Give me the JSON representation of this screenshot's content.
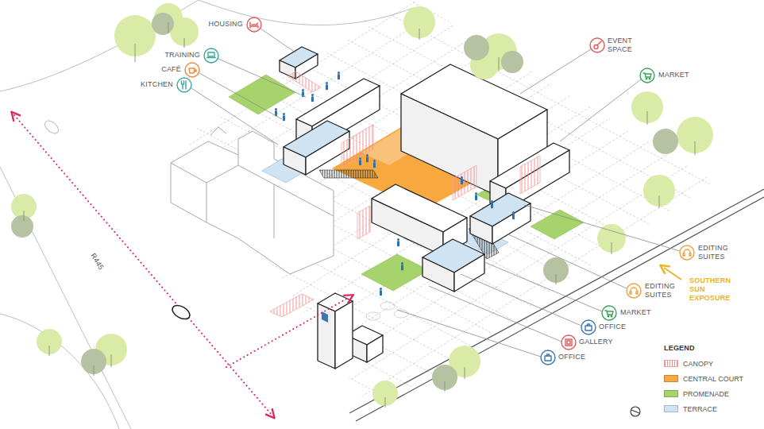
{
  "diagram": {
    "labels": [
      "HOUSING",
      "TRAINING",
      "CAFÉ",
      "KITCHEN",
      "EVENT SPACE",
      "MARKET",
      "EDITING SUITES",
      "EDITING SUITES",
      "SOUTHERN SUN EXPOSURE",
      "MARKET",
      "OFFICE",
      "GALLERY",
      "OFFICE",
      "LEGEND",
      "R445"
    ],
    "legend": [
      {
        "text": "CANOPY"
      },
      {
        "text": "CENTRAL COURT",
        "color": "#f7a83e"
      },
      {
        "text": "PROMENADE",
        "color": "#a6d36b"
      },
      {
        "text": "TERRACE",
        "color": "#cfe3f2"
      }
    ]
  }
}
